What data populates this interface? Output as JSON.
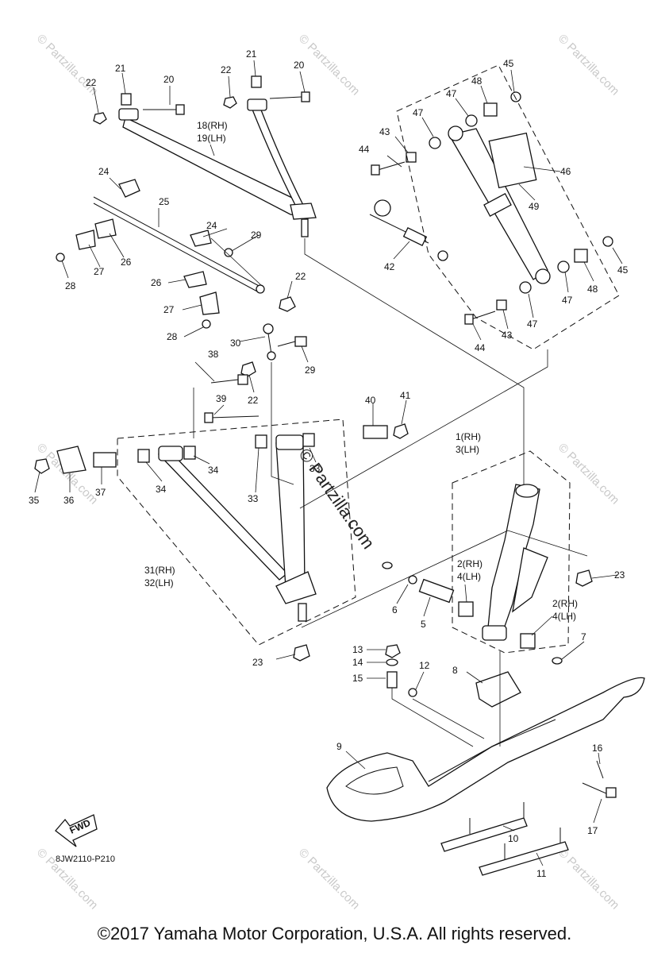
{
  "watermark": {
    "site": "© Partzilla.com",
    "center": "© Partzilla.com"
  },
  "diagram": {
    "code": "8JW2110-P210",
    "fwd_label": "FWD",
    "labels": {
      "1_3": [
        "1(RH)",
        "3(LH)"
      ],
      "2_4": [
        "2(RH)",
        "4(LH)"
      ],
      "18_19": [
        "18(RH)",
        "19(LH)"
      ],
      "31_32": [
        "31(RH)",
        "32(LH)"
      ],
      "n5": "5",
      "n6": "6",
      "n7": "7",
      "n8": "8",
      "n9": "9",
      "n10": "10",
      "n11": "11",
      "n12": "12",
      "n13": "13",
      "n14": "14",
      "n15": "15",
      "n16": "16",
      "n17": "17",
      "n20": "20",
      "n21": "21",
      "n22": "22",
      "n23": "23",
      "n24": "24",
      "n25": "25",
      "n26": "26",
      "n27": "27",
      "n28": "28",
      "n29": "29",
      "n30": "30",
      "n33": "33",
      "n34": "34",
      "n35": "35",
      "n36": "36",
      "n37": "37",
      "n38": "38",
      "n39": "39",
      "n40": "40",
      "n41": "41",
      "n42": "42",
      "n43": "43",
      "n44": "44",
      "n45": "45",
      "n46": "46",
      "n47": "47",
      "n48": "48",
      "n49": "49"
    }
  },
  "footer": {
    "copyright": "©2017 Yamaha Motor Corporation, U.S.A. All rights reserved."
  }
}
